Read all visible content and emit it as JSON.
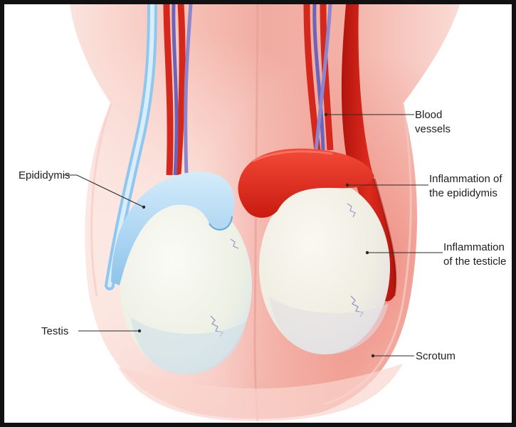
{
  "labels": {
    "blood_vessels_1": "Blood",
    "blood_vessels_2": "vessels",
    "epididymis": "Epididymis",
    "inflam_epi_1": "Inflammation of",
    "inflam_epi_2": "the epididymis",
    "inflam_test_1": "Inflammation",
    "inflam_test_2": "of the testicle",
    "testis": "Testis",
    "scrotum": "Scrotum"
  },
  "colors": {
    "skin": "#f6c4bb",
    "inflamed": "#e8291b",
    "healthy_duct": "#a9d4f2",
    "testis": "#eef0e6",
    "border": "#111111"
  }
}
